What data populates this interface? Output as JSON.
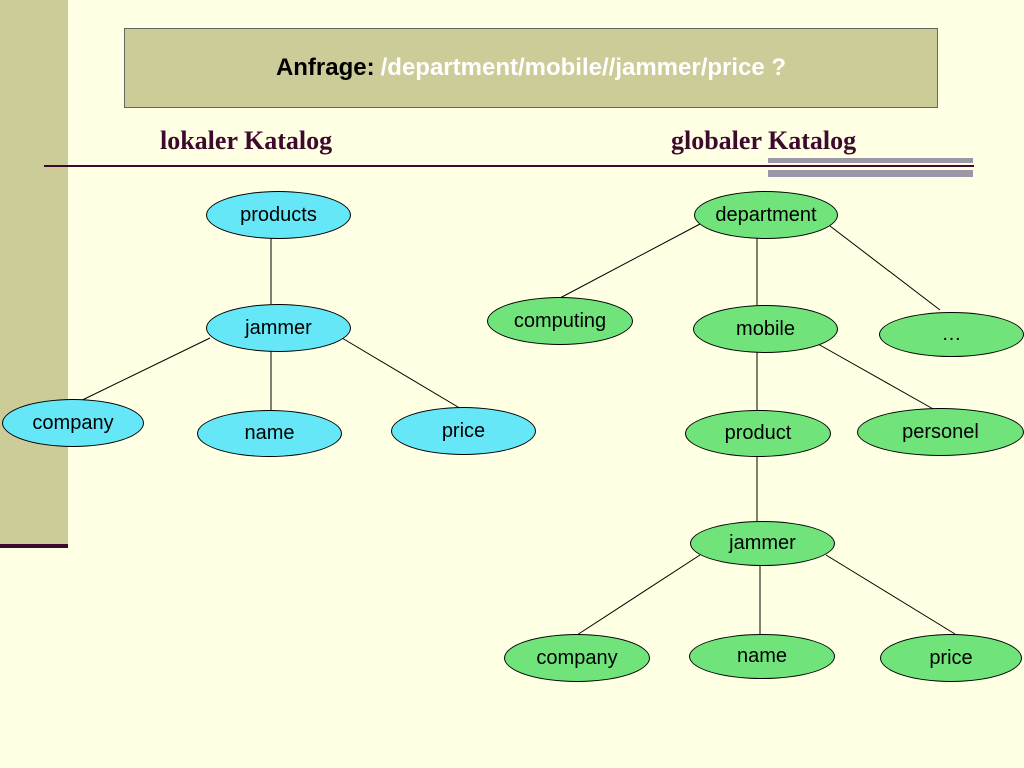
{
  "query": {
    "prefix": "Anfrage:",
    "path": "/department/mobile//jammer/price ?"
  },
  "headings": {
    "local": "lokaler Katalog",
    "global": "globaler Katalog"
  },
  "local_tree": {
    "products": "products",
    "jammer": "jammer",
    "company": "company",
    "name": "name",
    "price": "price"
  },
  "global_tree": {
    "department": "department",
    "computing": "computing",
    "mobile": "mobile",
    "more": "…",
    "product": "product",
    "personel": "personel",
    "jammer": "jammer",
    "company": "company",
    "name": "name",
    "price": "price"
  },
  "colors": {
    "local_node": "#66e7f7",
    "global_node": "#70e47a",
    "heading": "#3d0a2d",
    "background": "#ffffe3"
  }
}
